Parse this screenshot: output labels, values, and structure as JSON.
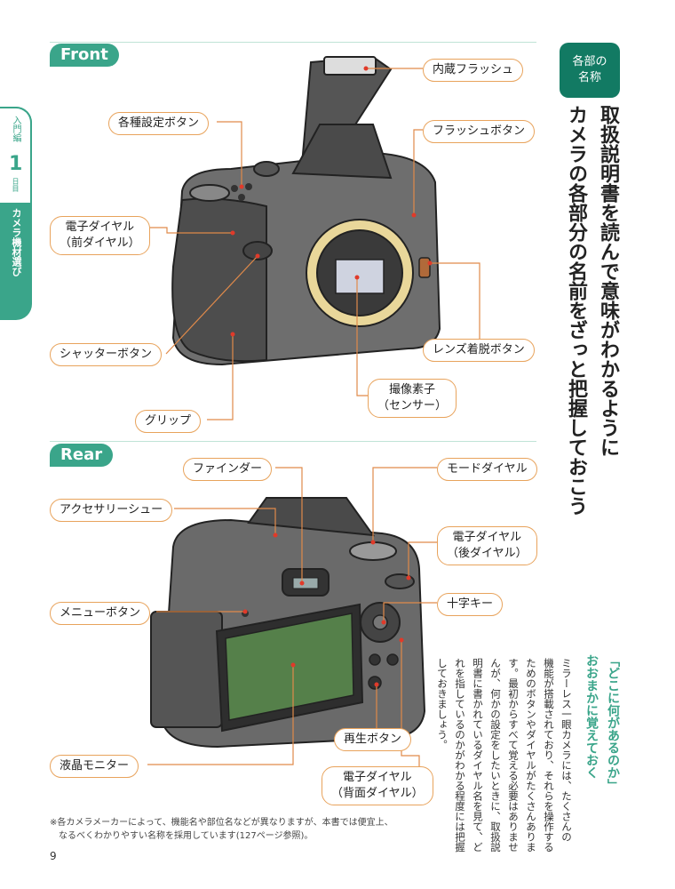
{
  "side_tab": {
    "label_top": "入門編",
    "number": "1",
    "unit": "日目",
    "label_bottom": "カメラ機材選び"
  },
  "badge": {
    "line1": "各部の",
    "line2": "名称"
  },
  "title": {
    "line1": "取扱説明書を読んで意味がわかるように",
    "line2": "カメラの各部分の名前をざっと把握しておこう"
  },
  "front": {
    "tag": "Front",
    "labels": {
      "flash_builtin": "内蔵フラッシュ",
      "settings_buttons": "各種設定ボタン",
      "flash_button": "フラッシュボタン",
      "front_dial_1": "電子ダイヤル",
      "front_dial_2": "（前ダイヤル）",
      "shutter": "シャッターボタン",
      "lens_release": "レンズ着脱ボタン",
      "sensor_1": "撮像素子",
      "sensor_2": "（センサー）",
      "grip": "グリップ"
    }
  },
  "rear": {
    "tag": "Rear",
    "labels": {
      "finder": "ファインダー",
      "mode_dial": "モードダイヤル",
      "accessory_shoe": "アクセサリーシュー",
      "rear_dial_1": "電子ダイヤル",
      "rear_dial_2": "（後ダイヤル）",
      "menu": "メニューボタン",
      "cross_key": "十字キー",
      "playback": "再生ボタン",
      "lcd": "液晶モニター",
      "back_dial_1": "電子ダイヤル",
      "back_dial_2": "（背面ダイヤル）"
    }
  },
  "sidebar": {
    "heading1": "「どこに何があるのか」",
    "heading2": "おおまかに覚えておく",
    "col1": "ミラーレス一眼カメラには、たくさんの",
    "col2": "機能が搭載されており、それらを操作する",
    "col3": "ためのボタンやダイヤルがたくさんありま",
    "col4": "す。最初からすべて覚える必要はありませ",
    "col5": "んが、何かの設定をしたいときに、取扱説",
    "col6": "明書に書かれているダイヤル名を見て、ど",
    "col7": "れを指しているのかがわかる程度には把握",
    "col8": "しておきましょう。"
  },
  "footnote": {
    "line1": "※各カメラメーカーによって、機能名や部位名などが異なりますが、本書では便宜上、",
    "line2": "なるべくわかりやすい名称を採用しています(127ページ参照)。"
  },
  "page_number": "9",
  "colors": {
    "accent": "#3aa58a",
    "dark_accent": "#127a63",
    "callout_border": "#e8a35c",
    "leader": "#e08a4a"
  }
}
